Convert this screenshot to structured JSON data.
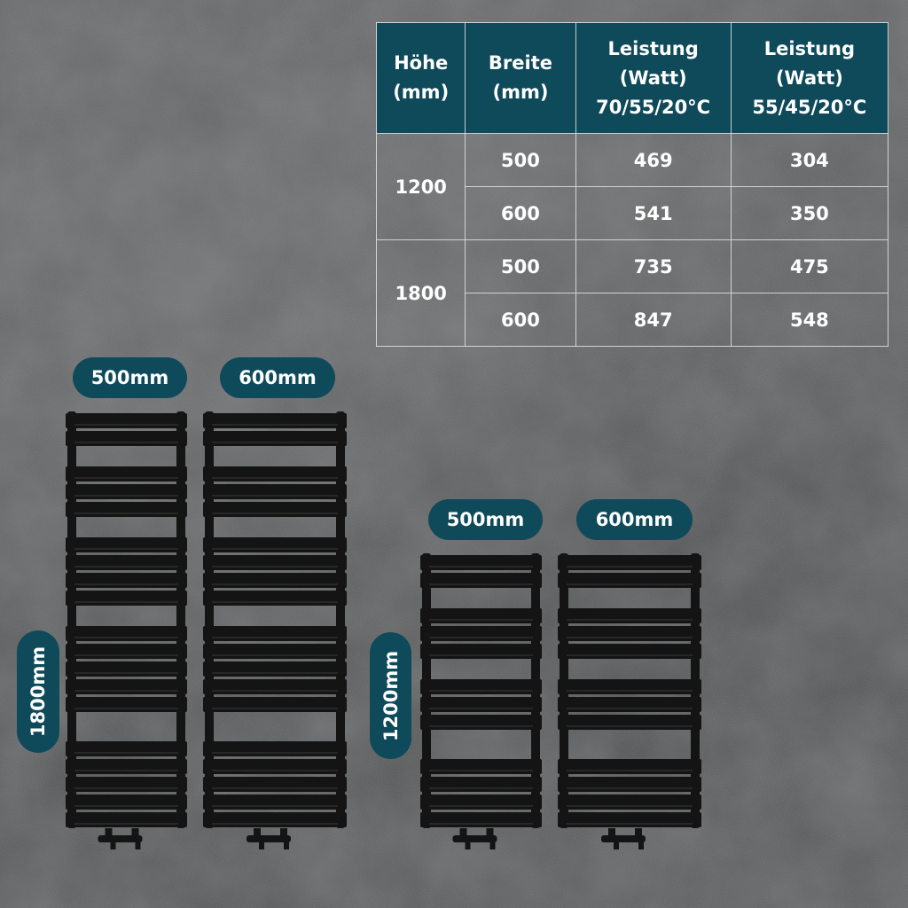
{
  "table": {
    "headers": [
      {
        "lines": [
          "Höhe",
          "(mm)"
        ]
      },
      {
        "lines": [
          "Breite",
          "(mm)"
        ]
      },
      {
        "lines": [
          "Leistung",
          "(Watt)",
          "70/55/20°C"
        ]
      },
      {
        "lines": [
          "Leistung",
          "(Watt)",
          "55/45/20°C"
        ]
      }
    ],
    "groups": [
      {
        "height": "1200",
        "rows": [
          {
            "width": "500",
            "p1": "469",
            "p2": "304"
          },
          {
            "width": "600",
            "p1": "541",
            "p2": "350"
          }
        ]
      },
      {
        "height": "1800",
        "rows": [
          {
            "width": "500",
            "p1": "735",
            "p2": "475"
          },
          {
            "width": "600",
            "p1": "847",
            "p2": "548"
          }
        ]
      }
    ]
  },
  "labels": {
    "large_width_500": "500mm",
    "large_width_600": "600mm",
    "small_width_500": "500mm",
    "small_width_600": "600mm",
    "large_height": "1800mm",
    "small_height": "1200mm"
  },
  "colors": {
    "accent": "#0f4a5a",
    "background": "#5a5c5d",
    "radiator": "#141414"
  },
  "icons": {
    "radiator": "towel-radiator-icon",
    "valve": "valve-icon"
  }
}
